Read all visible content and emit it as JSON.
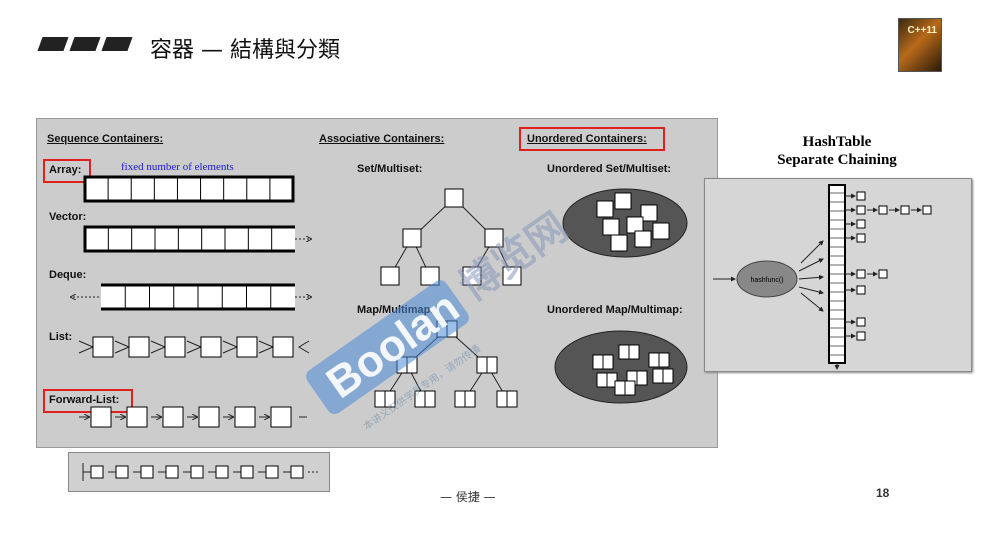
{
  "page": {
    "title": "容器 — 結構與分類",
    "footer": "— 侯捷 —",
    "page_number": "18",
    "book_cover_text": "C++11"
  },
  "sequence": {
    "heading": "Sequence Containers:",
    "array_label": "Array:",
    "array_note": "fixed number of elements",
    "vector_label": "Vector:",
    "deque_label": "Deque:",
    "list_label": "List:",
    "forward_list_label": "Forward-List:"
  },
  "associative": {
    "heading": "Associative Containers:",
    "set_label": "Set/Multiset:",
    "map_label": "Map/Multimap:"
  },
  "unordered": {
    "heading": "Unordered Containers:",
    "set_label": "Unordered Set/Multiset:",
    "map_label": "Unordered Map/Multimap:"
  },
  "hashtable": {
    "title_line1": "HashTable",
    "title_line2": "Separate Chaining",
    "func_label": "hashfunc()"
  },
  "watermark": {
    "text": "Boolan",
    "cjk": "博览网",
    "small": "本讲义仅供学员专用，请勿传播"
  },
  "colors": {
    "panel": "#cccccc",
    "highlight": "#e0201a",
    "note": "#1a1ad0",
    "watermark": "#4a8ad8"
  }
}
